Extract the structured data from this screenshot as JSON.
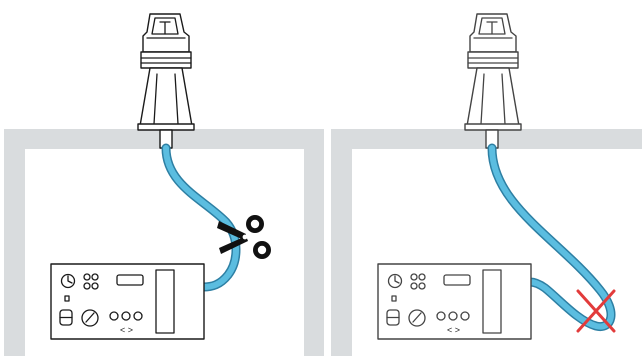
{
  "panels": [
    {
      "id": "left",
      "status": "cable-cut",
      "marker": "scissors-icon"
    },
    {
      "id": "right",
      "status": "cable-kinked-not-allowed",
      "marker": "red-cross-icon"
    }
  ],
  "colors": {
    "wall": "#d9dcde",
    "cable": "#5bbde0",
    "cable_edge": "#2d7fa3",
    "outline": "#1a1a1a",
    "cross": "#e23b3b"
  },
  "device_labels": {
    "arrows": "< >"
  }
}
